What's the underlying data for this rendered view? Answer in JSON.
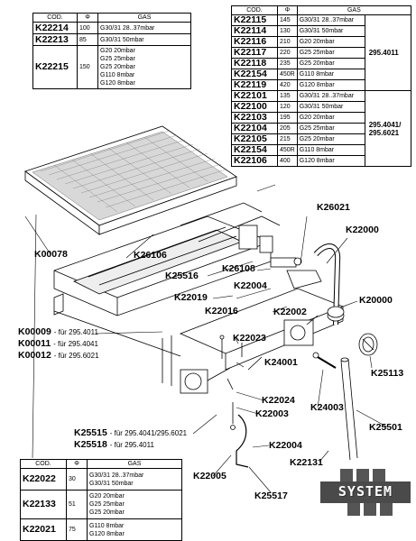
{
  "tables": {
    "top_left": {
      "headers": [
        "COD.",
        "Φ",
        "GAS"
      ],
      "rows": [
        {
          "code": "K22214",
          "phi": "100",
          "gas": [
            "G30/31 28..37mbar"
          ]
        },
        {
          "code": "K22213",
          "phi": "85",
          "gas": [
            "G30/31 50mbar"
          ]
        },
        {
          "code": "K22215",
          "phi": "150",
          "gas": [
            "G20 20mbar",
            "G25 25mbar",
            "G25 20mbar",
            "G110 8mbar",
            "G120 8mbar"
          ]
        }
      ]
    },
    "top_right": {
      "headers": [
        "COD.",
        "Φ",
        "GAS"
      ],
      "groups": [
        {
          "model": "295.4011",
          "rows": [
            {
              "code": "K22115",
              "phi": "145",
              "gas": "G30/31 28..37mbar"
            },
            {
              "code": "K22114",
              "phi": "130",
              "gas": "G30/31 50mbar"
            },
            {
              "code": "K22116",
              "phi": "210",
              "gas": "G20 20mbar"
            },
            {
              "code": "K22117",
              "phi": "220",
              "gas": "G25 25mbar"
            },
            {
              "code": "K22118",
              "phi": "235",
              "gas": "G25 20mbar"
            },
            {
              "code": "K22154",
              "phi": "450R",
              "gas": "G110 8mbar"
            },
            {
              "code": "K22119",
              "phi": "420",
              "gas": "G120 8mbar"
            }
          ]
        },
        {
          "model": "295.4041/ 295.6021",
          "rows": [
            {
              "code": "K22101",
              "phi": "135",
              "gas": "G30/31 28..37mbar"
            },
            {
              "code": "K22100",
              "phi": "120",
              "gas": "G30/31 50mbar"
            },
            {
              "code": "K22103",
              "phi": "195",
              "gas": "G20 20mbar"
            },
            {
              "code": "K22104",
              "phi": "205",
              "gas": "G25 25mbar"
            },
            {
              "code": "K22105",
              "phi": "215",
              "gas": "G25 20mbar"
            },
            {
              "code": "K22154",
              "phi": "450R",
              "gas": "G110 8mbar"
            },
            {
              "code": "K22106",
              "phi": "400",
              "gas": "G120 8mbar"
            }
          ]
        }
      ]
    },
    "bottom_left": {
      "headers": [
        "COD.",
        "Φ",
        "GAS"
      ],
      "rows": [
        {
          "code": "K22022",
          "phi": "30",
          "gas": [
            "G30/31 28..37mbar",
            "G30/31 50mbar"
          ]
        },
        {
          "code": "K22133",
          "phi": "51",
          "gas": [
            "G20 20mbar",
            "G25 25mbar",
            "G25 20mbar"
          ]
        },
        {
          "code": "K22021",
          "phi": "75",
          "gas": [
            "G110 8mbar",
            "G120 8mbar"
          ]
        }
      ]
    }
  },
  "labels": {
    "k00078": "K00078",
    "k26106": "K26106",
    "k26021": "K26021",
    "k22000": "K22000",
    "k25516": "K25516",
    "k26108": "K26108",
    "k22019": "K22019",
    "k22004_a": "K22004",
    "k22016": "K22016",
    "k22002": "K22002",
    "k20000": "K20000",
    "k00009": "K00009",
    "k00009_note": "- für 295.4011",
    "k00011": "K00011",
    "k00011_note": "- für 295.4041",
    "k00012": "K00012",
    "k00012_note": "- für 295.6021",
    "k22023": "K22023",
    "k24001": "K24001",
    "k25113": "K25113",
    "k22024": "K22024",
    "k22003": "K22003",
    "k24003": "K24003",
    "k25515": "K25515",
    "k25515_note": "- für 295.4041/295.6021",
    "k25518": "K25518",
    "k25518_note": "- für 295.4011",
    "k25501": "K25501",
    "k22004_b": "K22004",
    "k22131": "K22131",
    "k22005": "K22005",
    "k25517": "K25517"
  },
  "logo": {
    "text": "SYSTEM"
  }
}
